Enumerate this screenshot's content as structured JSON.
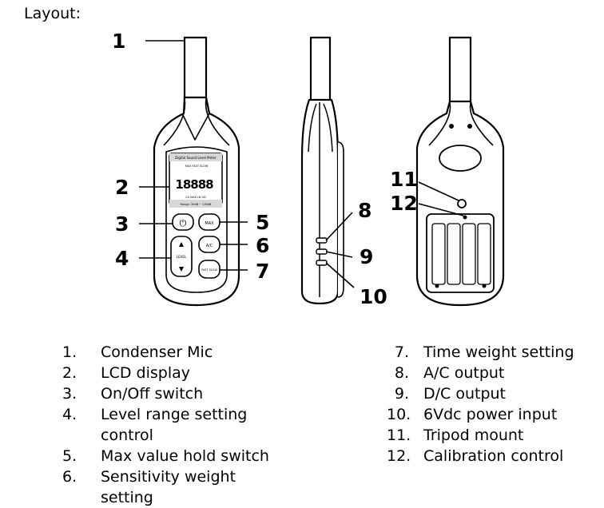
{
  "title": "Layout:",
  "callouts": [
    "1",
    "2",
    "3",
    "4",
    "5",
    "6",
    "7",
    "8",
    "9",
    "10",
    "11",
    "12"
  ],
  "lcd": {
    "header": "Digital Sound Level Meter",
    "digits": "18888",
    "modes": "MAX  FAST SLOW",
    "footer": "Range: 30dB ~ 130dB",
    "bottom_row": "CA   MAX  LB      UD"
  },
  "buttons": {
    "power_symbol": "⏻",
    "max": "MAX",
    "ac": "A/C",
    "level": "LEVEL",
    "fast_slow": "FAST SLOW"
  },
  "legend_left": [
    {
      "num": "1.",
      "label": "Condenser Mic"
    },
    {
      "num": "2.",
      "label": "LCD display"
    },
    {
      "num": "3.",
      "label": "On/Off switch"
    },
    {
      "num": "4.",
      "label": "Level range setting control"
    },
    {
      "num": "5.",
      "label": "Max value hold switch"
    },
    {
      "num": "6.",
      "label": "Sensitivity weight setting"
    }
  ],
  "legend_right": [
    {
      "num": "7.",
      "label": "Time weight setting"
    },
    {
      "num": "8.",
      "label": "A/C output"
    },
    {
      "num": "9.",
      "label": "D/C output"
    },
    {
      "num": "10.",
      "label": "6Vdc power input"
    },
    {
      "num": "11.",
      "label": "Tripod mount"
    },
    {
      "num": "12.",
      "label": "Calibration control"
    }
  ]
}
